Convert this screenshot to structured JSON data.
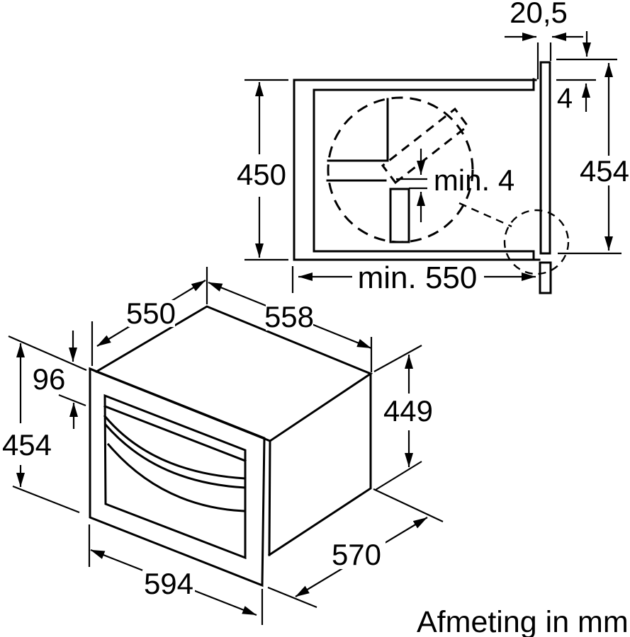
{
  "caption": "Afmeting in mm",
  "line_color": "#000000",
  "niche_section": {
    "panel_thickness": "20,5",
    "top_overlap": "4",
    "niche_height": "450",
    "min_gap": "min. 4",
    "front_height": "454",
    "min_depth": "min. 550"
  },
  "oven_view": {
    "body_depth": "550",
    "body_width": "558",
    "top_offset": "96",
    "front_height": "454",
    "body_height": "449",
    "front_width": "594",
    "total_depth": "570"
  }
}
